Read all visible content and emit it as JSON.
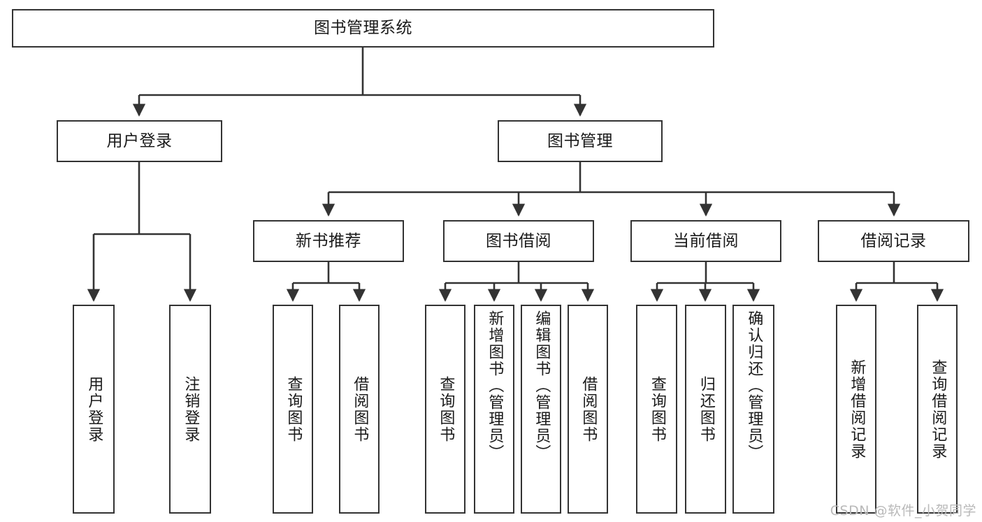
{
  "diagram": {
    "title": "图书管理系统",
    "type": "tree-hierarchy-chart",
    "watermark": "CSDN @软件_小贺同学",
    "colors": {
      "stroke": "#333333",
      "fill": "#FFFFFF",
      "text": "#1A1A1A",
      "watermark": "#B9B9B9"
    },
    "root": {
      "id": "root",
      "label": "图书管理系统"
    },
    "level2": [
      {
        "id": "user-login",
        "label": "用户登录"
      },
      {
        "id": "book-management",
        "label": "图书管理"
      }
    ],
    "level3": [
      {
        "id": "new-book-recommend",
        "label": "新书推荐",
        "parent": "book-management"
      },
      {
        "id": "book-borrow",
        "label": "图书借阅",
        "parent": "book-management"
      },
      {
        "id": "current-borrow",
        "label": "当前借阅",
        "parent": "book-management"
      },
      {
        "id": "borrow-record",
        "label": "借阅记录",
        "parent": "book-management"
      }
    ],
    "leaves": [
      {
        "id": "leaf-user-login",
        "label": "用户登录",
        "parent": "user-login"
      },
      {
        "id": "leaf-logout-login",
        "label": "注销登录",
        "parent": "user-login"
      },
      {
        "id": "leaf-query-book-1",
        "label": "查询图书",
        "parent": "new-book-recommend"
      },
      {
        "id": "leaf-borrow-book-1",
        "label": "借阅图书",
        "parent": "new-book-recommend"
      },
      {
        "id": "leaf-query-book-2",
        "label": "查询图书",
        "parent": "book-borrow"
      },
      {
        "id": "leaf-add-book",
        "label": "新增图书（管理员）",
        "parent": "book-borrow"
      },
      {
        "id": "leaf-edit-book",
        "label": "编辑图书（管理员）",
        "parent": "book-borrow"
      },
      {
        "id": "leaf-borrow-book-2",
        "label": "借阅图书",
        "parent": "book-borrow"
      },
      {
        "id": "leaf-query-book-3",
        "label": "查询图书",
        "parent": "current-borrow"
      },
      {
        "id": "leaf-return-book",
        "label": "归还图书",
        "parent": "current-borrow"
      },
      {
        "id": "leaf-confirm-return",
        "label": "确认归还（管理员）",
        "parent": "current-borrow"
      },
      {
        "id": "leaf-add-record",
        "label": "新增借阅记录",
        "parent": "borrow-record"
      },
      {
        "id": "leaf-query-record",
        "label": "查询借阅记录",
        "parent": "borrow-record"
      }
    ]
  }
}
